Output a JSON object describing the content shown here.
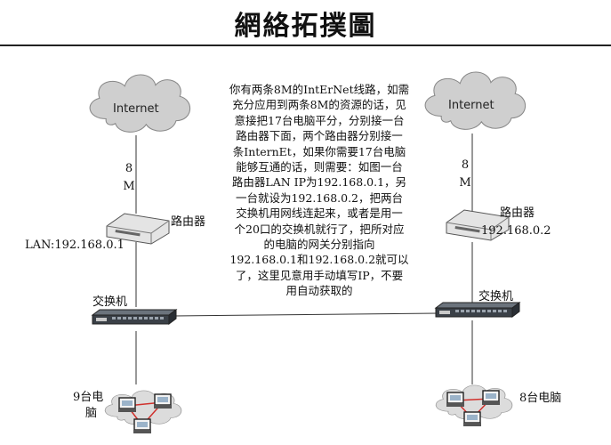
{
  "title": "網絡拓撲圖",
  "left": {
    "cloud_label": "Internet",
    "link_speed": [
      "8",
      "M"
    ],
    "router_label": "路由器",
    "router_ip": "LAN:192.168.0.1",
    "switch_label": "交换机",
    "pcs_label_lines": [
      "9台电",
      "脑"
    ]
  },
  "right": {
    "cloud_label": "Internet",
    "link_speed": [
      "8",
      "M"
    ],
    "router_label": "路由器",
    "router_ip": "192.168.0.2",
    "switch_label": "交换机",
    "pcs_label": "8台电脑"
  },
  "center_text": [
    "你有两条8M的IntErNet线路，如需",
    "充分应用到两条8M的资源的话，见",
    "意接把17台电脑平分，分别接一台",
    "路由器下面，两个路由器分别接一",
    "条InternEt，如果你需要17台电脑",
    "能够互通的话，则需要：如图一台",
    "路由器LAN IP为192.168.0.1，另",
    "一台就设为192.168.0.2，把两台",
    "交换机用网线连起来，或者是用一",
    "个20口的交换机就行了，把所对应",
    "的电脑的网关分别指向",
    "192.168.0.1和192.168.0.2就可以",
    "了，这里见意用手动填写IP，不要",
    "用自动获取的"
  ],
  "icons": {
    "cloud": "internet-cloud-icon",
    "router": "router-icon",
    "switch": "switch-icon",
    "pc_cloud": "computer-group-icon",
    "computer": "computer-icon"
  },
  "colors": {
    "cloud_fill": "#cfcfcf",
    "line": "#333333",
    "link_red": "#d0312d",
    "switch_body": "#3a4047"
  }
}
